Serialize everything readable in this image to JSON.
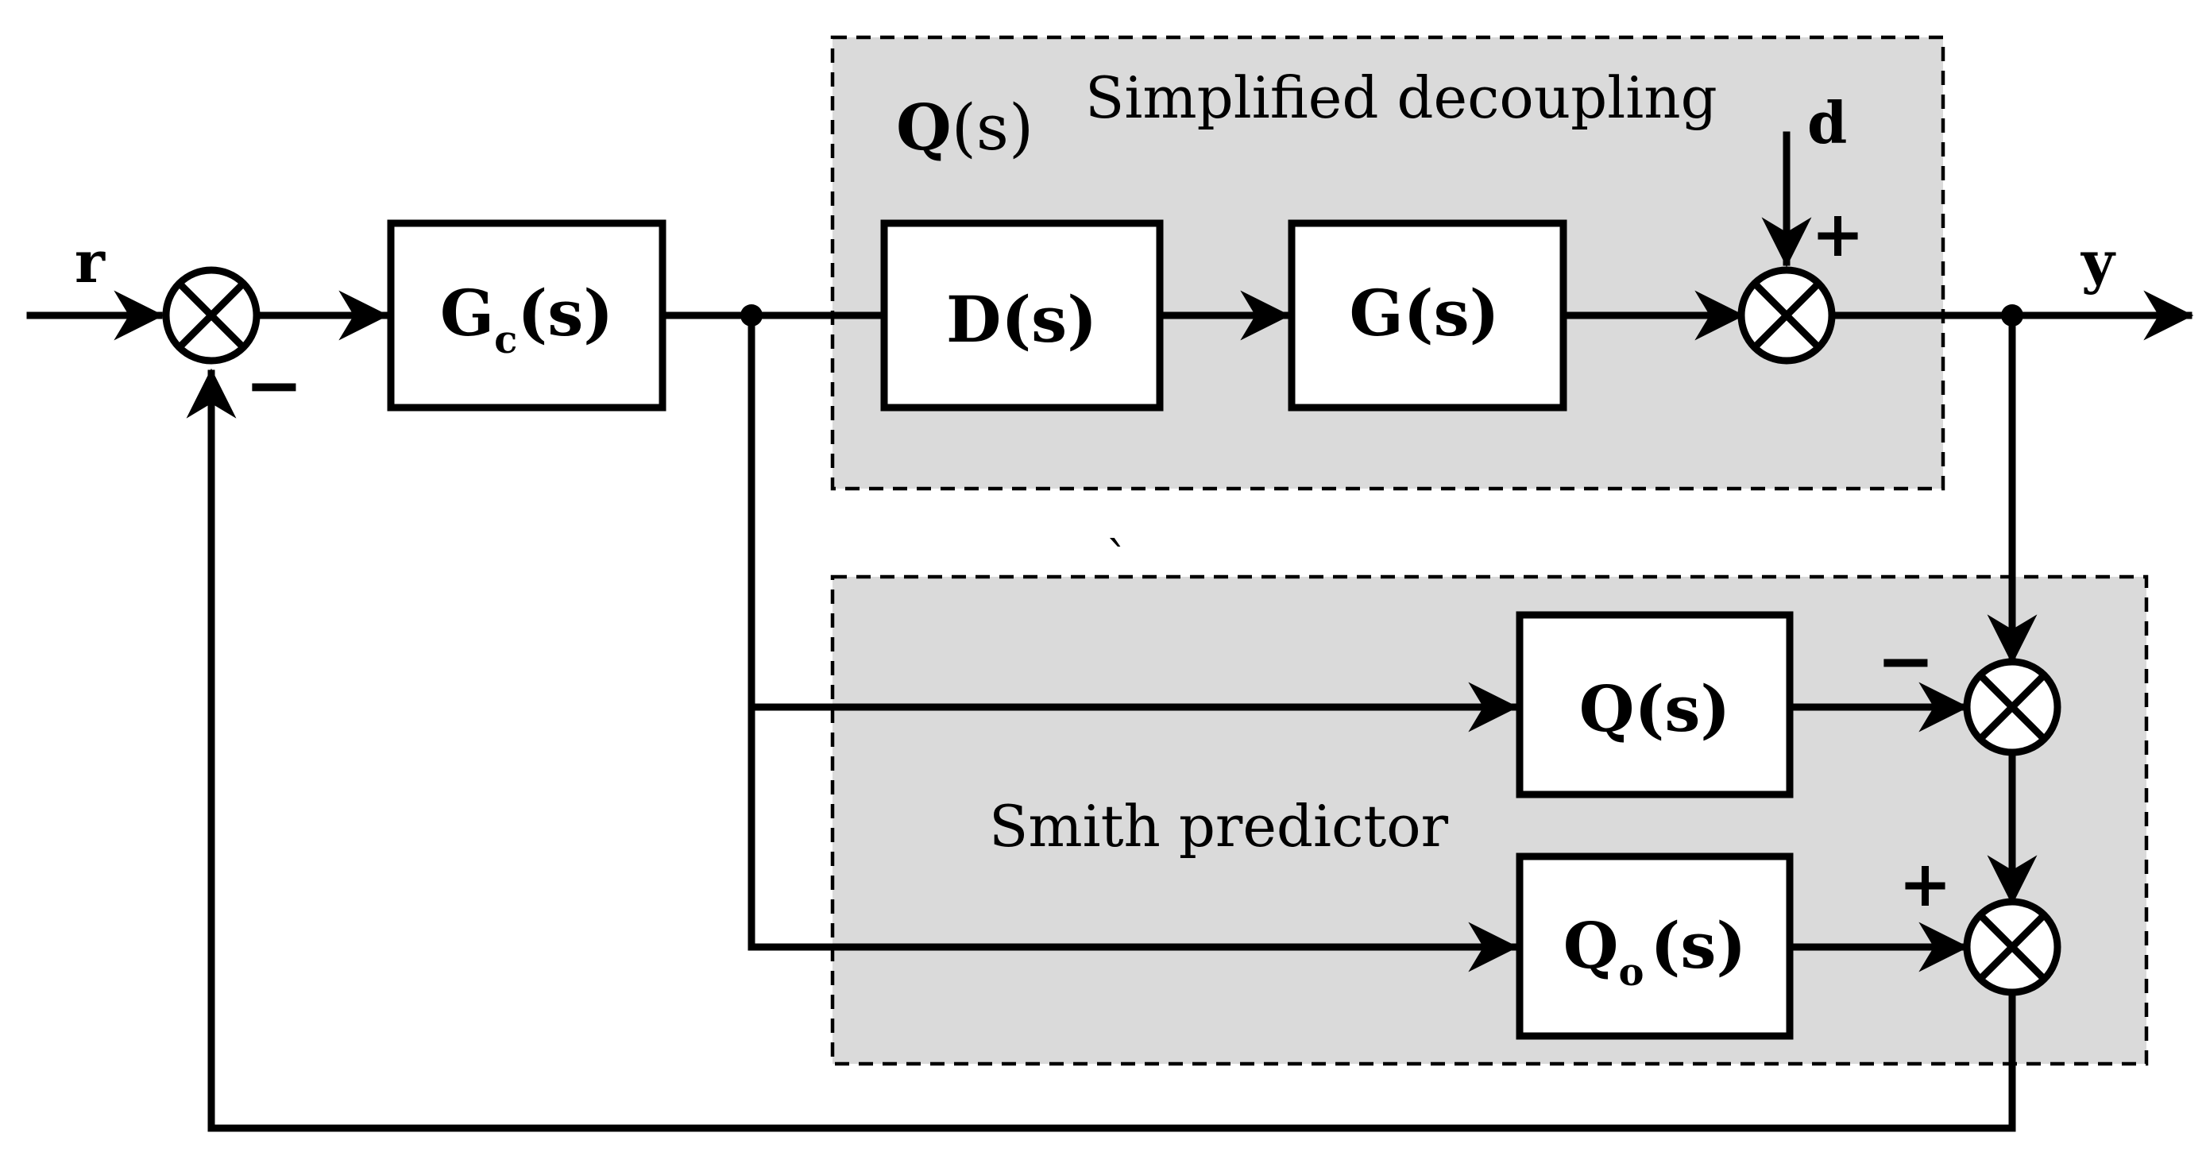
{
  "labels": {
    "region_top_title": "Simplified decoupling",
    "region_top_q": "Q",
    "region_top_q_arg": "(s)",
    "region_bottom_title": "Smith predictor",
    "stray_mark": "`",
    "input_r": "r",
    "output_y": "y",
    "disturbance_d": "d"
  },
  "blocks": {
    "gc": {
      "main": "G",
      "sub": "c",
      "arg": "(s)"
    },
    "d": {
      "main": "D",
      "arg": "(s)"
    },
    "g": {
      "main": "G",
      "arg": "(s)"
    },
    "q": {
      "main": "Q",
      "arg": "(s)"
    },
    "qo": {
      "main": "Q",
      "sub": "o",
      "arg": "(s)"
    }
  },
  "signs": {
    "sum1_feedback": "−",
    "sum2_disturbance": "+",
    "sum3_q": "−",
    "sum4_qo": "+"
  },
  "colors": {
    "region_fill": "#dadada",
    "line": "#000000",
    "block_fill": "#ffffff"
  }
}
